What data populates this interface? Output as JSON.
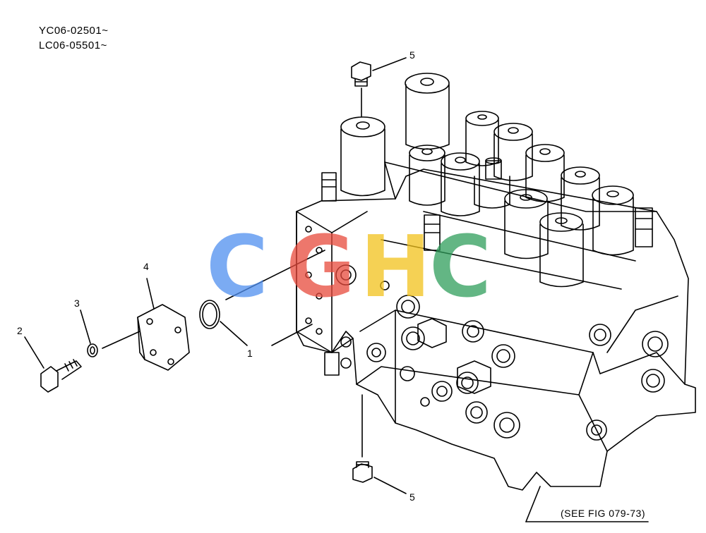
{
  "header": {
    "serials": [
      "YC06-02501~",
      "LC06-05501~"
    ]
  },
  "callouts": {
    "c1": "1",
    "c2": "2",
    "c3": "3",
    "c4": "4",
    "c5_top": "5",
    "c5_bottom": "5"
  },
  "reference": "(SEE FIG 079-73)",
  "watermark": {
    "letters": [
      "C",
      "G",
      "H",
      "C"
    ],
    "colors": [
      "#4f8ff0",
      "#e84a3c",
      "#f2c21b",
      "#2f9e5b"
    ]
  }
}
